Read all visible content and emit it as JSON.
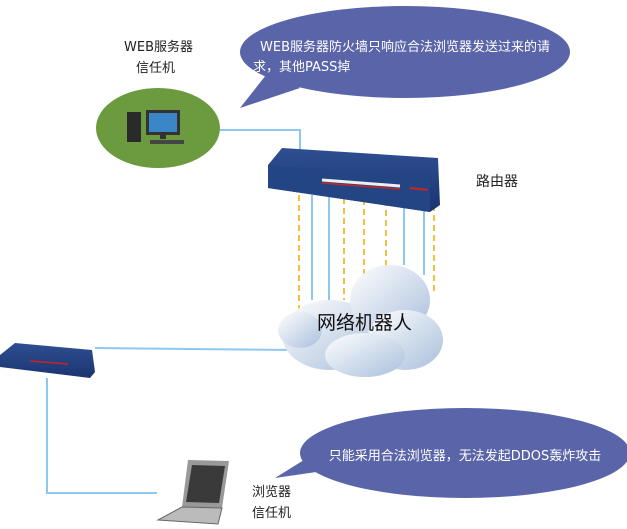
{
  "nodes": {
    "web_server": {
      "label_line1": "WEB服务器",
      "label_line2": "信任机"
    },
    "router": {
      "label": "路由器"
    },
    "botnet": {
      "label": "网络机器人"
    },
    "browser_client": {
      "label_line1": "浏览器",
      "label_line2": "信任机"
    }
  },
  "callouts": {
    "top": {
      "line1": "WEB服务器防火墙只响应合法浏览器发送过来的请",
      "line2": "求，其他PASS掉"
    },
    "bottom": {
      "text": "只能采用合法浏览器，无法发起DDOS轰炸攻击"
    }
  },
  "colors": {
    "callout": "#5a64a8",
    "server_bg": "#6b9a3f",
    "link": "#8ec7f0",
    "bot_link": "#f8bf3a",
    "router": "#23407e"
  }
}
